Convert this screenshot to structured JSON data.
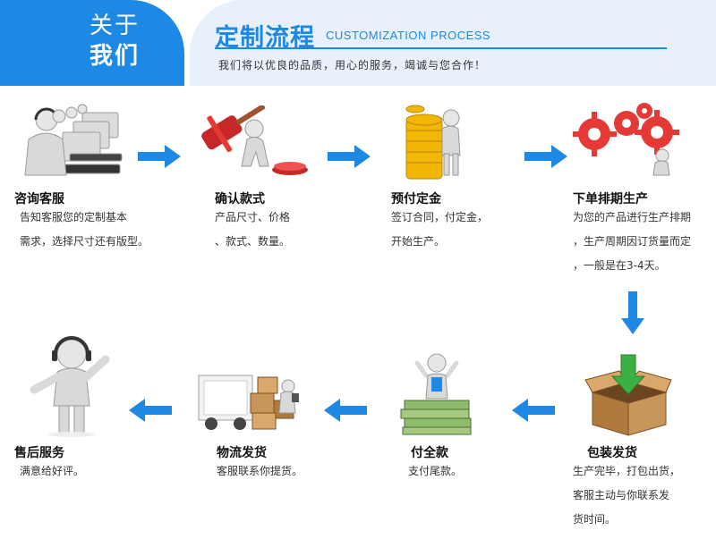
{
  "header": {
    "brand_line1": "关于",
    "brand_line2": "我们",
    "title": "定制流程",
    "title_en": "CUSTOMIZATION PROCESS",
    "tagline": "我们将以优良的品质，用心的服务，竭诚与您合作！"
  },
  "steps": [
    {
      "title": "咨询客服",
      "desc": [
        "告知客服您的定制基本",
        "需求，选择尺寸还有版型。"
      ]
    },
    {
      "title": "确认款式",
      "desc": [
        "产品尺寸、价格",
        "、款式、数量。"
      ]
    },
    {
      "title": "预付定金",
      "desc": [
        "签订合同，付定金，",
        "开始生产。"
      ]
    },
    {
      "title": "下单排期生产",
      "desc": [
        "为您的产品进行生产排期",
        "，生产周期因订货量而定",
        "，一般是在3-4天。"
      ]
    },
    {
      "title": "包装发货",
      "desc": [
        "生产完毕，打包出货，",
        "客服主动与你联系发",
        "货时间。"
      ]
    },
    {
      "title": "付全款",
      "desc": [
        "支付尾款。"
      ]
    },
    {
      "title": "物流发货",
      "desc": [
        "客服联系你提货。"
      ]
    },
    {
      "title": "售后服务",
      "desc": [
        "满意给好评。"
      ]
    }
  ],
  "colors": {
    "brand_blue": "#1e88e5",
    "banner_bg": "#e8f1fb",
    "arrow_blue": "#1e88e5",
    "gear_red": "#e53935",
    "coin_gold": "#f2b705",
    "box_brown": "#c8955a",
    "check_green": "#3cb043"
  },
  "icons": [
    "customer-service-icon",
    "hammer-seal-icon",
    "gold-coins-icon",
    "gears-icon",
    "package-box-icon",
    "cash-stack-icon",
    "delivery-truck-icon",
    "headset-person-icon",
    "arrow-right-icon",
    "arrow-down-icon",
    "arrow-left-icon"
  ]
}
